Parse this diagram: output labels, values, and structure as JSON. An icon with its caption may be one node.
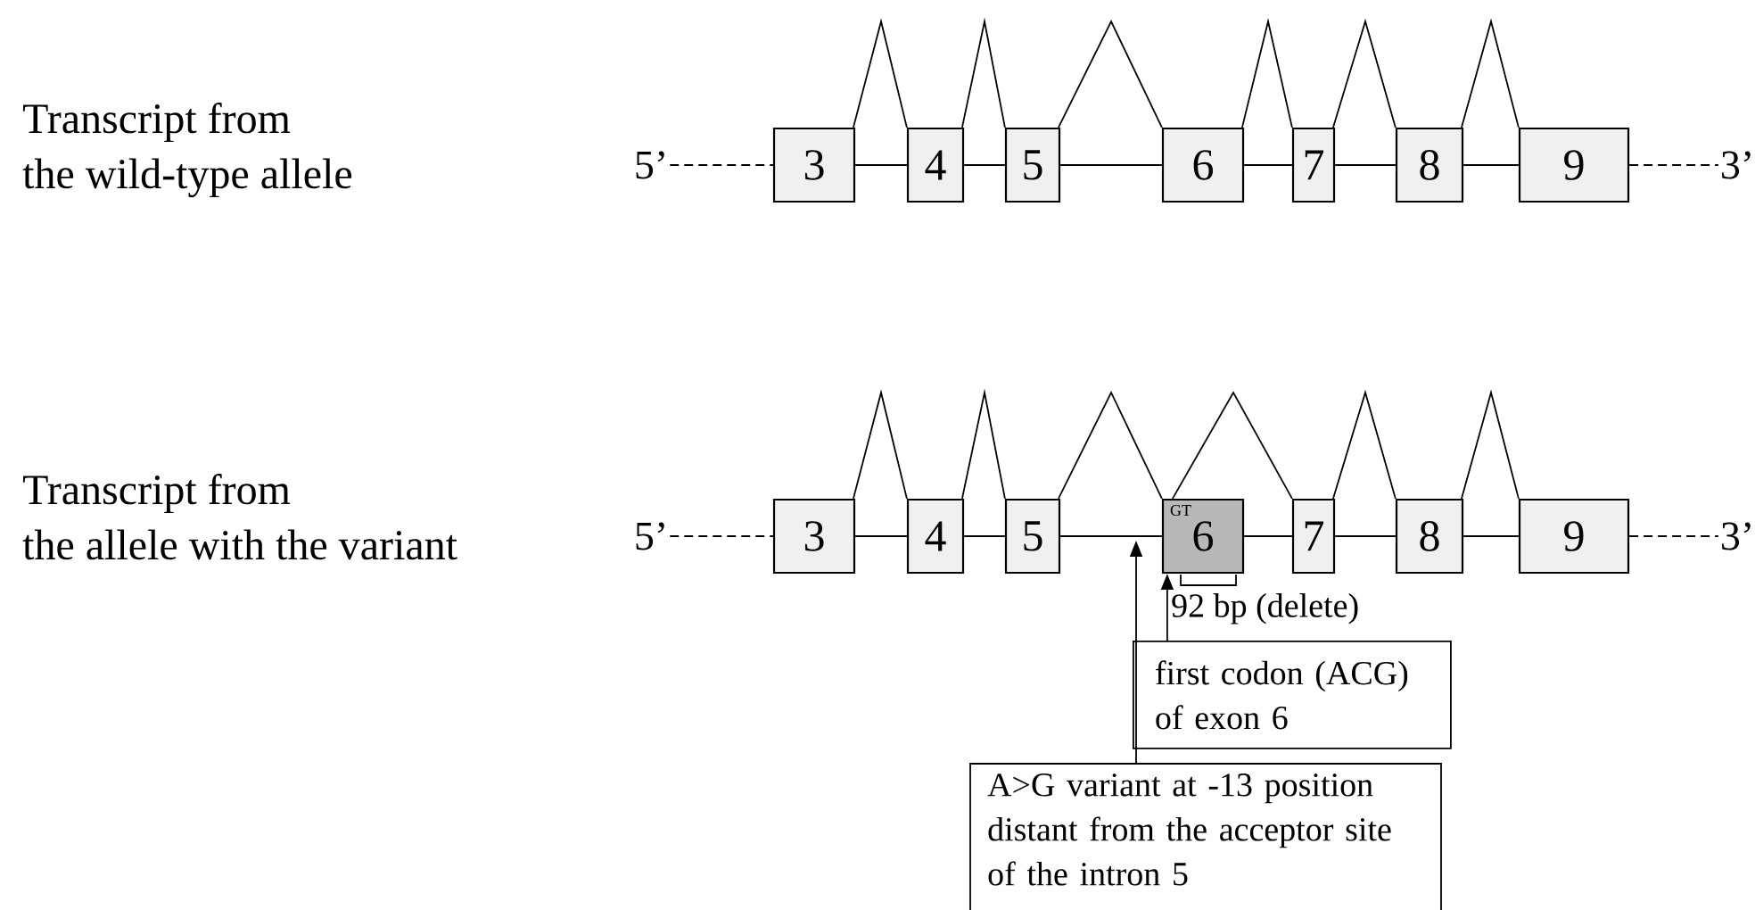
{
  "diagram": {
    "nodes": [
      {
        "text": [
          "5’"
        ]
      },
      {
        "text": [
          "3"
        ]
      },
      {
        "text": [
          "4"
        ]
      },
      {
        "text": [
          "5"
        ]
      },
      {
        "text": [
          "6"
        ]
      },
      {
        "text": [
          "7"
        ]
      },
      {
        "text": [
          "8"
        ]
      },
      {
        "text": [
          "9"
        ]
      },
      {
        "text": [
          "3’"
        ]
      },
      {
        "text": [
          "5’"
        ]
      },
      {
        "text": [
          "3"
        ]
      },
      {
        "text": [
          "4"
        ]
      },
      {
        "text": [
          "5"
        ]
      },
      {
        "text": [
          "GT",
          "6"
        ]
      },
      {
        "text": [
          "7"
        ]
      },
      {
        "text": [
          "8"
        ]
      },
      {
        "text": [
          "9"
        ]
      },
      {
        "text": [
          "3’"
        ]
      },
      {
        "text": [
          "first codon (ACG) of exon 6"
        ]
      },
      {
        "text": [
          "A>G variant at -13 position distant from the acceptor site of the intron 5"
        ]
      }
    ],
    "edges": [
      {
        "from": 0,
        "to": 1,
        "arrow": "none",
        "style": "dashed"
      },
      {
        "from": 1,
        "to": 2,
        "arrow": "none"
      },
      {
        "from": 2,
        "to": 3,
        "arrow": "none"
      },
      {
        "from": 3,
        "to": 4,
        "arrow": "none"
      },
      {
        "from": 4,
        "to": 5,
        "arrow": "none"
      },
      {
        "from": 5,
        "to": 6,
        "arrow": "none"
      },
      {
        "from": 6,
        "to": 7,
        "arrow": "none"
      },
      {
        "from": 1,
        "to": 2,
        "arrow": "none"
      },
      {
        "from": 2,
        "to": 3,
        "arrow": "none"
      },
      {
        "from": 3,
        "to": 4,
        "arrow": "none"
      },
      {
        "from": 4,
        "to": 5,
        "arrow": "none"
      },
      {
        "from": 5,
        "to": 6,
        "arrow": "none"
      },
      {
        "from": 6,
        "to": 7,
        "arrow": "none"
      },
      {
        "from": 7,
        "to": 8,
        "arrow": "none",
        "style": "dashed"
      },
      {
        "from": 9,
        "to": 10,
        "arrow": "none",
        "style": "dashed"
      },
      {
        "from": 10,
        "to": 11,
        "arrow": "none"
      },
      {
        "from": 11,
        "to": 12,
        "arrow": "none"
      },
      {
        "from": 12,
        "to": 13,
        "arrow": "none"
      },
      {
        "from": 13,
        "to": 14,
        "arrow": "none"
      },
      {
        "from": 14,
        "to": 15,
        "arrow": "none"
      },
      {
        "from": 15,
        "to": 16,
        "arrow": "none"
      },
      {
        "from": 10,
        "to": 11,
        "arrow": "none"
      },
      {
        "from": 11,
        "to": 12,
        "arrow": "none"
      },
      {
        "from": 12,
        "to": 13,
        "arrow": "none"
      },
      {
        "from": 13,
        "to": 14,
        "arrow": "none"
      },
      {
        "from": 14,
        "to": 15,
        "arrow": "none"
      },
      {
        "from": 15,
        "to": 16,
        "arrow": "none"
      },
      {
        "from": 16,
        "to": 17,
        "arrow": "none",
        "style": "dashed"
      },
      {
        "from": 18,
        "to": 13,
        "arrow": "to"
      },
      {
        "from": 19,
        "to": null,
        "arrow": "to"
      }
    ],
    "labels": [
      "Transcript from the wild-type allele",
      "Transcript from the allele with the variant",
      "92 bp (delete)"
    ]
  }
}
